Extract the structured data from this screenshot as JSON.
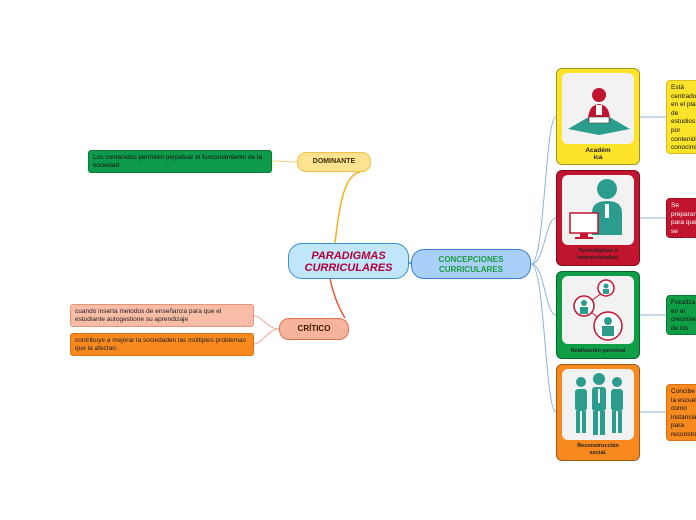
{
  "central": {
    "line1": "PARADIGMAS",
    "line2": "CURRICULARES"
  },
  "concepciones": {
    "line1": "CONCEPCIONES",
    "line2": "CURRICULARES"
  },
  "dominante": {
    "label": "DOMINANTE",
    "leaf": "Los contenidos permiten perpetuar el funcionamiento de la sociedad"
  },
  "critico": {
    "label": "CRÍTICO",
    "leaves": [
      "cuando inserta metodos de enseñanza para que el estudiante autogestione su aprendizaje",
      "contribuye a mejorar la sociedaden las múltiples problemas que la afectan."
    ]
  },
  "cards": [
    {
      "caption_line1": "Académ",
      "caption_line2": "ica",
      "icon": "academic-person-at-desk-icon",
      "description": "Está centrado en el plan de estudios, por contenidos, conocimientos, así como de sus caracteres globalizados, así como formas de crecimiento"
    },
    {
      "caption_line1": "Tecnológicas o",
      "caption_line2": "instruccionales.",
      "icon": "person-at-computer-icon",
      "description": "Se preparan para que se conviertan en capacidades eficientes"
    },
    {
      "caption_line1": "Realización personal",
      "caption_line2": "",
      "icon": "connected-people-icon",
      "description": "Focaliza en el crecimiento de los estudiantes como centro del"
    },
    {
      "caption_line1": "Reconstrucción",
      "caption_line2": "social.",
      "icon": "group-of-people-icon",
      "description": "Concibe la escuela como instancia para reconstruir y actuar en la solución de los problemas"
    }
  ],
  "colors": {
    "central_fill": "#bfe6fb",
    "central_text": "#b0003a",
    "concepciones_fill": "#a8d0fa",
    "concepciones_text": "#1a9c3c",
    "dominante_fill": "#fde28f",
    "critico_fill": "#f6b49d",
    "card_yellow": "#fde32a",
    "card_red": "#c0142f",
    "card_green": "#0f9d45",
    "card_orange": "#f7891f",
    "icon_teal": "#2a9d8f"
  }
}
